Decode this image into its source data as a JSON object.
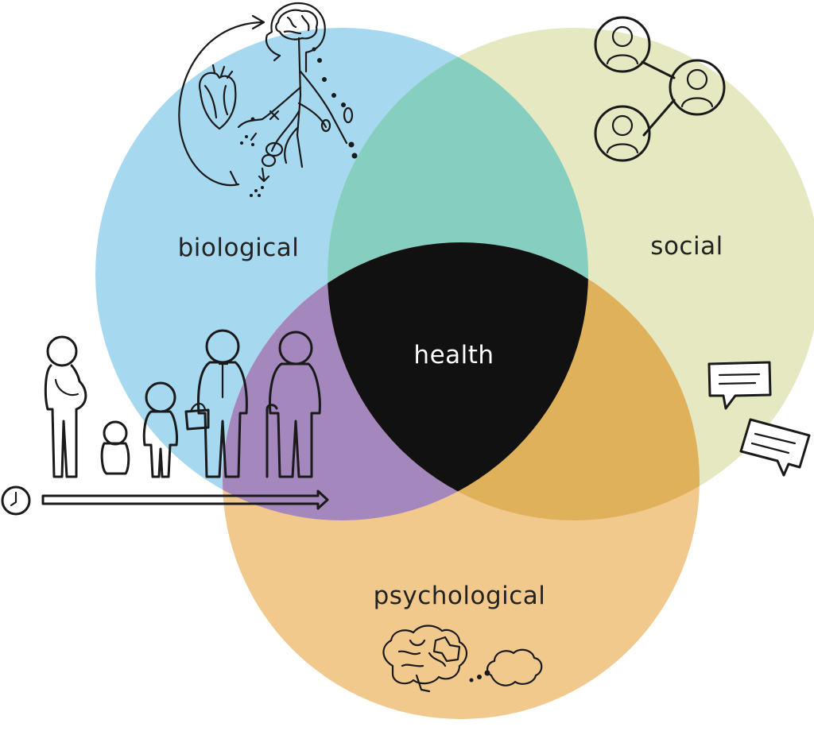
{
  "diagram": {
    "labels": {
      "biological": "biological",
      "social": "social",
      "psychological": "psychological",
      "center": "health"
    },
    "colors": {
      "biological": "#a6d8f0",
      "social": "#e6e8c2",
      "psychological": "#f2c98d",
      "bio_social": "#86cfc0",
      "bio_psych": "#a487bd",
      "social_psych": "#dfb15b",
      "center": "#111111"
    },
    "icons": [
      "anatomy-heart-brain-icon",
      "social-network-icon",
      "speech-bubbles-icon",
      "life-stages-icon",
      "clock-timeline-icon",
      "brain-thought-cloud-icon"
    ]
  }
}
